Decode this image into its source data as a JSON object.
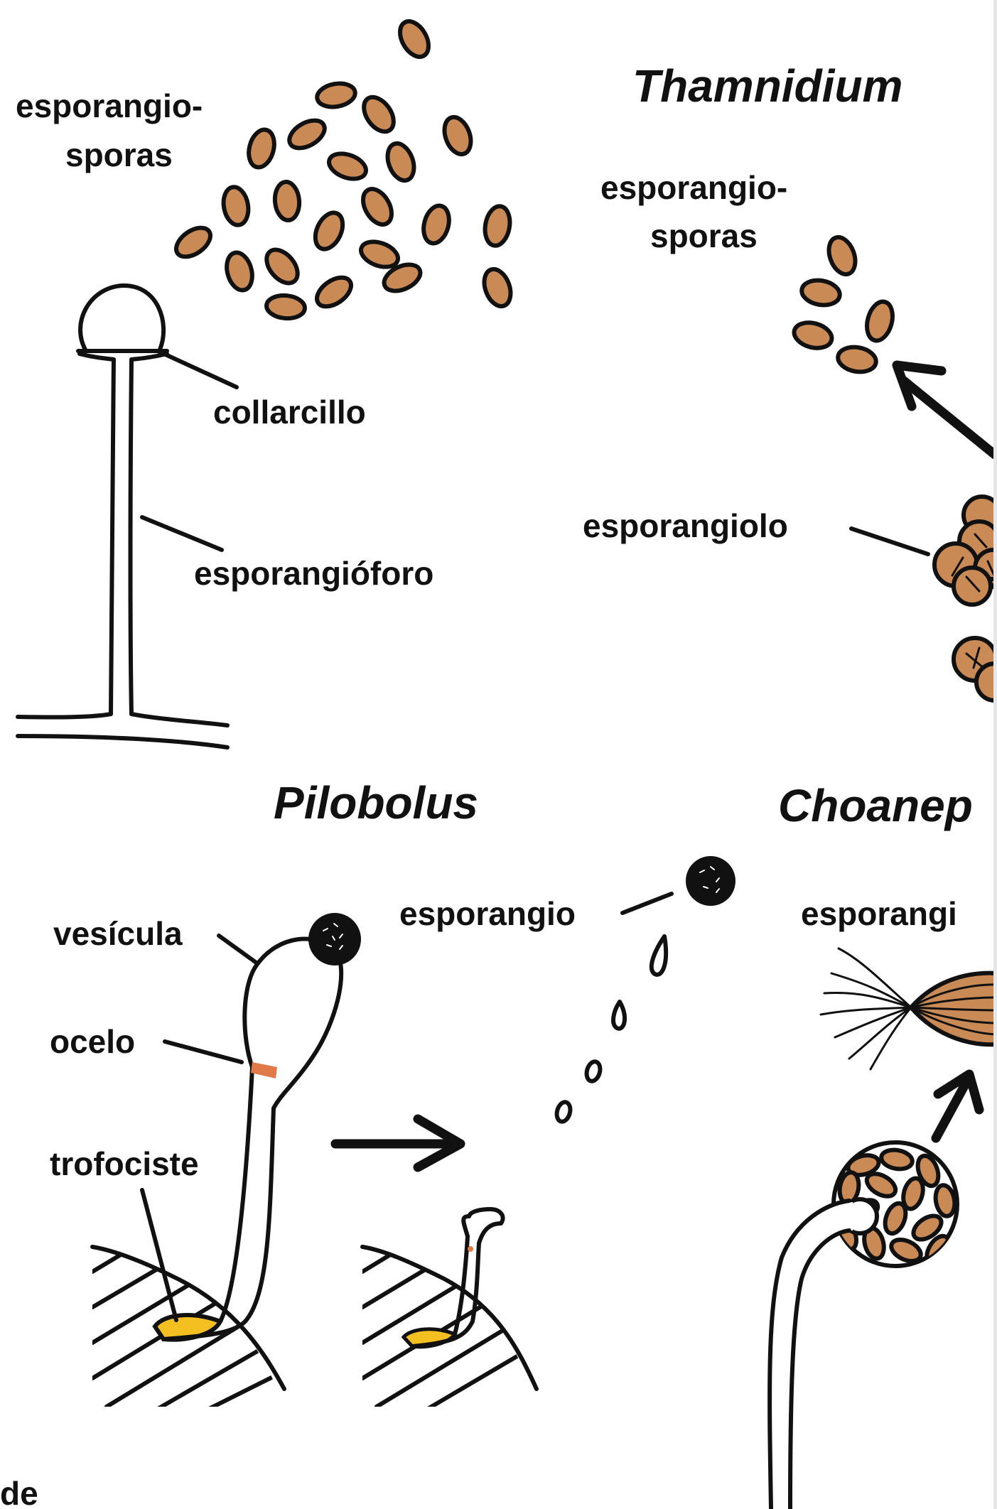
{
  "labels": {
    "sporangiospores_left_1": "esporangio-",
    "sporangiospores_left_2": "sporas",
    "collarette": "collarcillo",
    "sporangiophore": "esporangióforo",
    "thamnidium_title": "Thamnidium",
    "sporangiospores_right_1": "esporangio-",
    "sporangiospores_right_2": "sporas",
    "sporangiole": "esporangiolo",
    "pilobolus_title": "Pilobolus",
    "sporangium_pilobolus": "esporangio",
    "vesicle": "vesícula",
    "ocellus": "ocelo",
    "trophocyst": "trofociste",
    "choanephora_title": "Choanep",
    "sporangium_choanephora": "esporangi",
    "bottom_fragment": "de"
  },
  "colors": {
    "spore": "#c98a55",
    "ocellus": "#e07a48",
    "trophocyst": "#f4c021",
    "sporangium_dark": "#111111",
    "background": "#ffffff"
  }
}
